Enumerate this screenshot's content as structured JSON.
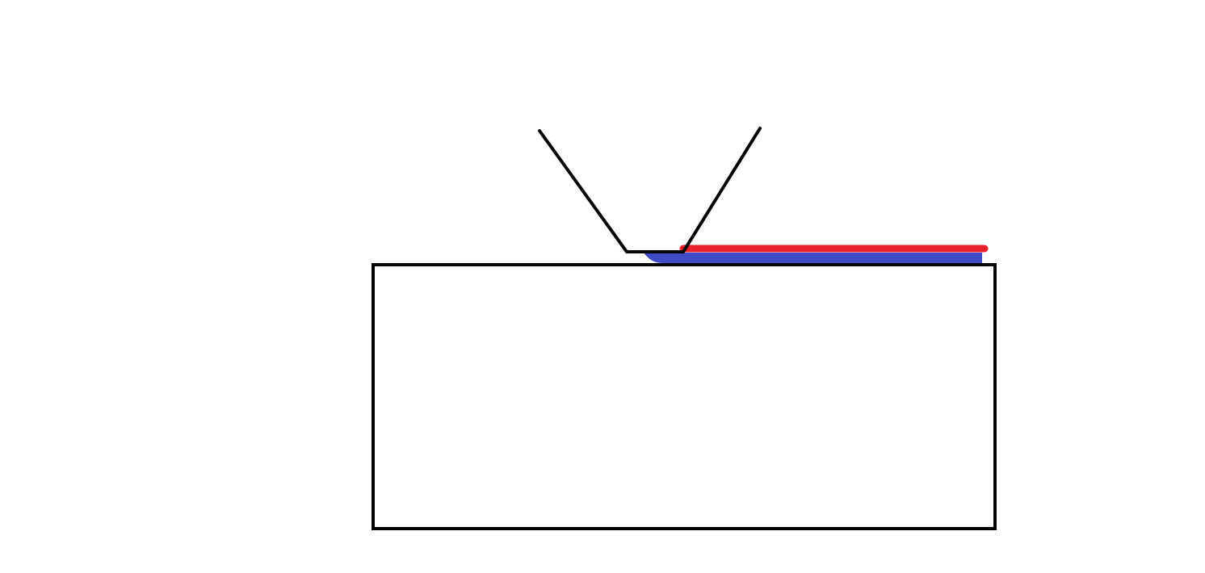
{
  "diagram": {
    "colors": {
      "background": "#ffffff",
      "outline": "#000000",
      "top_layer": "#e8212b",
      "bottom_layer": "#3f4bc4"
    },
    "elements": {
      "substrate": "rectangle-outline",
      "tip": "v-shaped-probe-with-flat-end",
      "layer_top": "red-strip",
      "layer_bottom": "blue-strip"
    }
  }
}
